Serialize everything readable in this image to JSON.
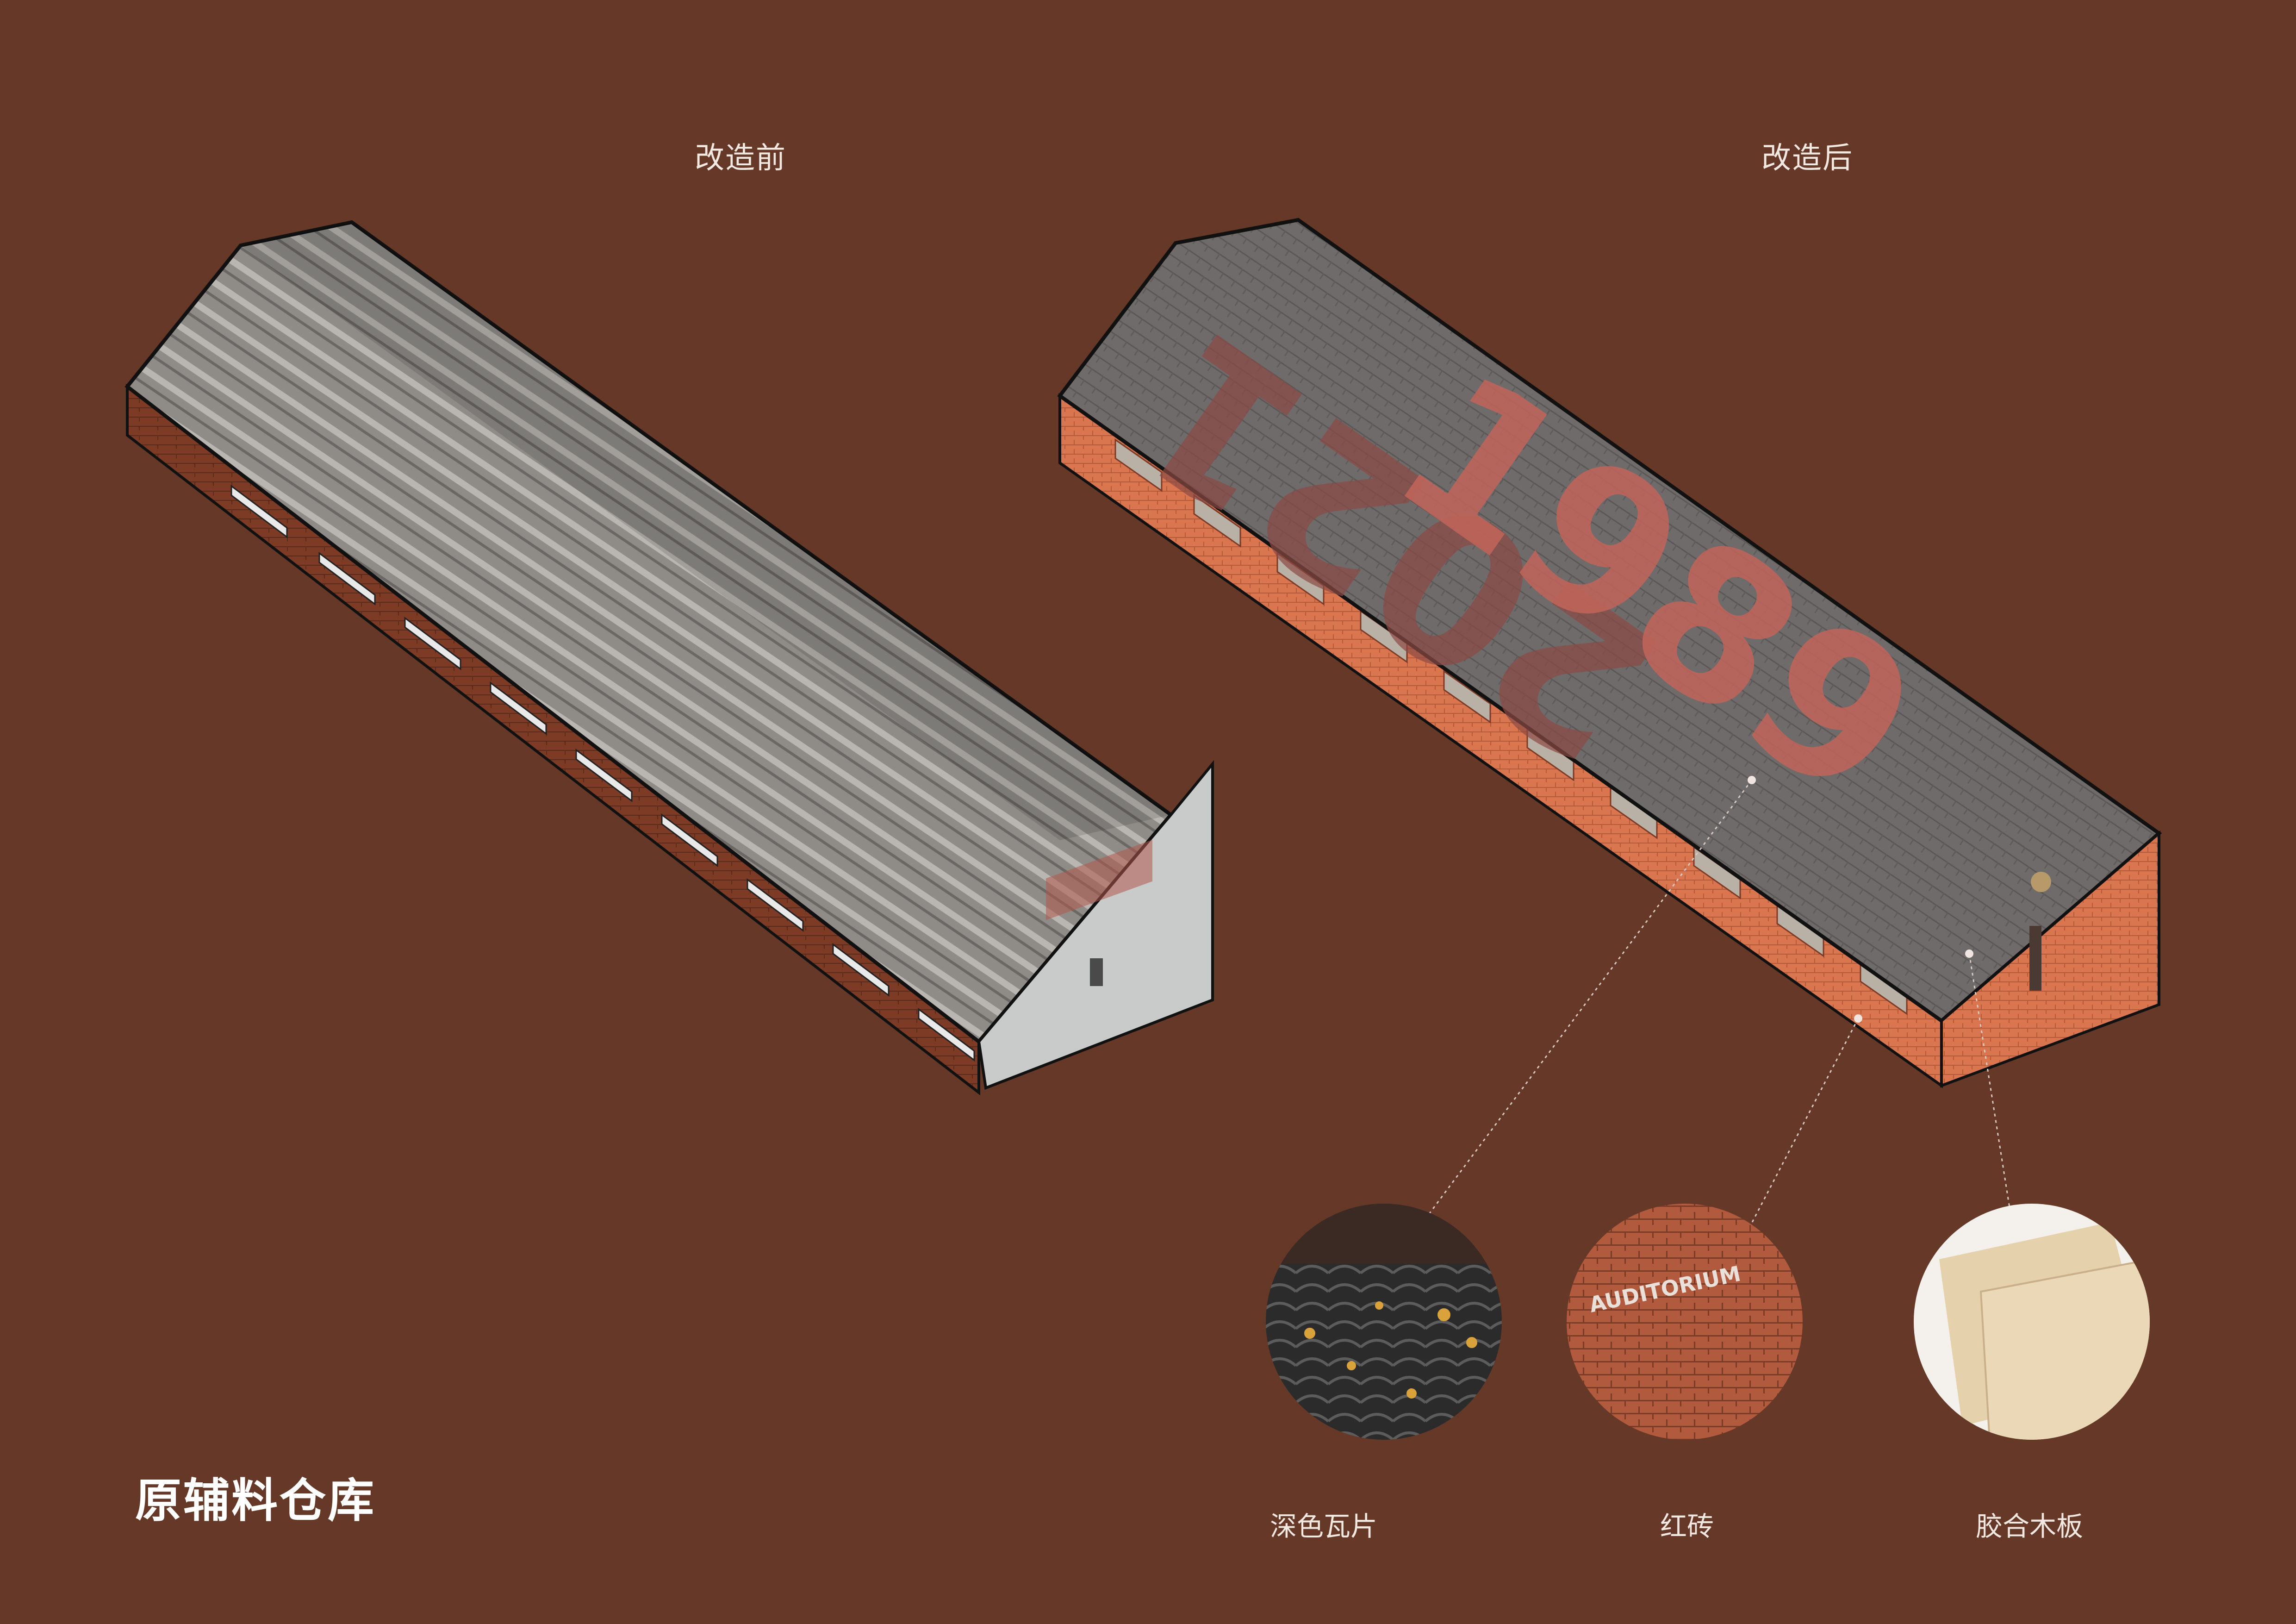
{
  "headings": {
    "before": "改造前",
    "after": "改造后"
  },
  "title": "原辅料仓库",
  "roof_text": {
    "year_old": "1989",
    "year_new": "2021"
  },
  "sign_text": "AUDITORIUM",
  "materials": [
    {
      "label": "深色瓦片",
      "icon": "dark-roof-tile-swatch"
    },
    {
      "label": "红砖",
      "icon": "red-brick-swatch"
    },
    {
      "label": "胶合木板",
      "icon": "glulam-board-swatch"
    }
  ],
  "colors": {
    "background": "#653827",
    "brick": "#d9764f",
    "old_roof": "#8f8c88",
    "new_roof": "#6e6b6a",
    "roof_text": "#c2655a"
  }
}
